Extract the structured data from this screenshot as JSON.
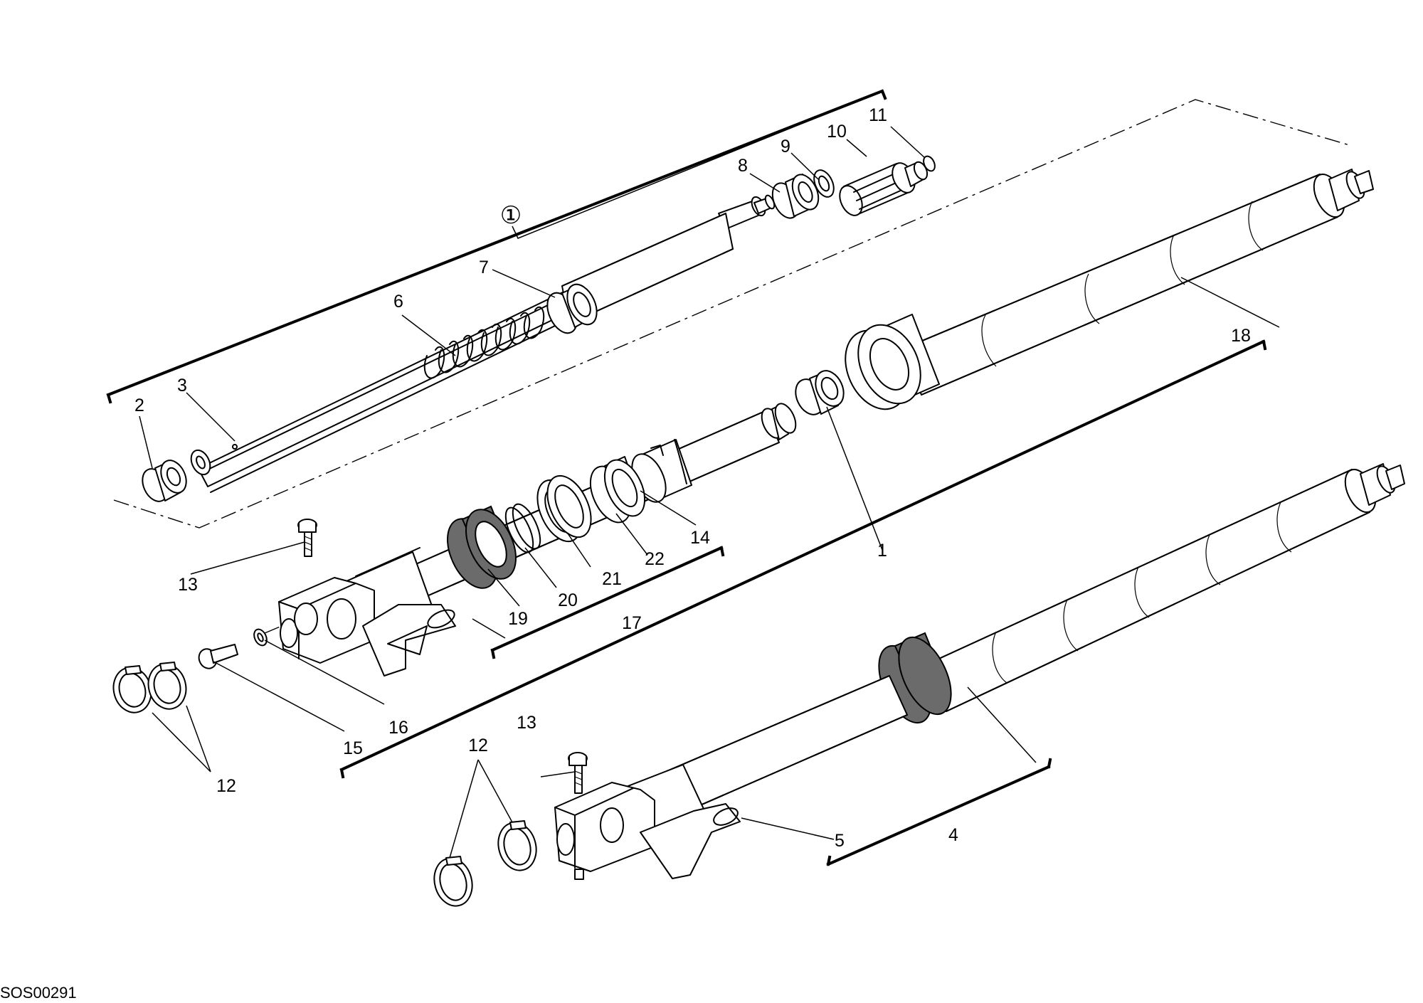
{
  "diagram": {
    "part_labels": {
      "p1": "1",
      "p2": "2",
      "p3": "3",
      "p4": "4",
      "p5": "5",
      "p6": "6",
      "p7": "7",
      "p8": "8",
      "p9": "9",
      "p10": "10",
      "p11": "11",
      "p12a": "12",
      "p12b": "12",
      "p13a": "13",
      "p13b": "13",
      "p14": "14",
      "p15": "15",
      "p16": "16",
      "p17": "17",
      "p18": "18",
      "p19": "19",
      "p20": "20",
      "p21": "21",
      "p22": "22"
    },
    "group_symbol": "①",
    "drawing_code": "SOS00291"
  }
}
